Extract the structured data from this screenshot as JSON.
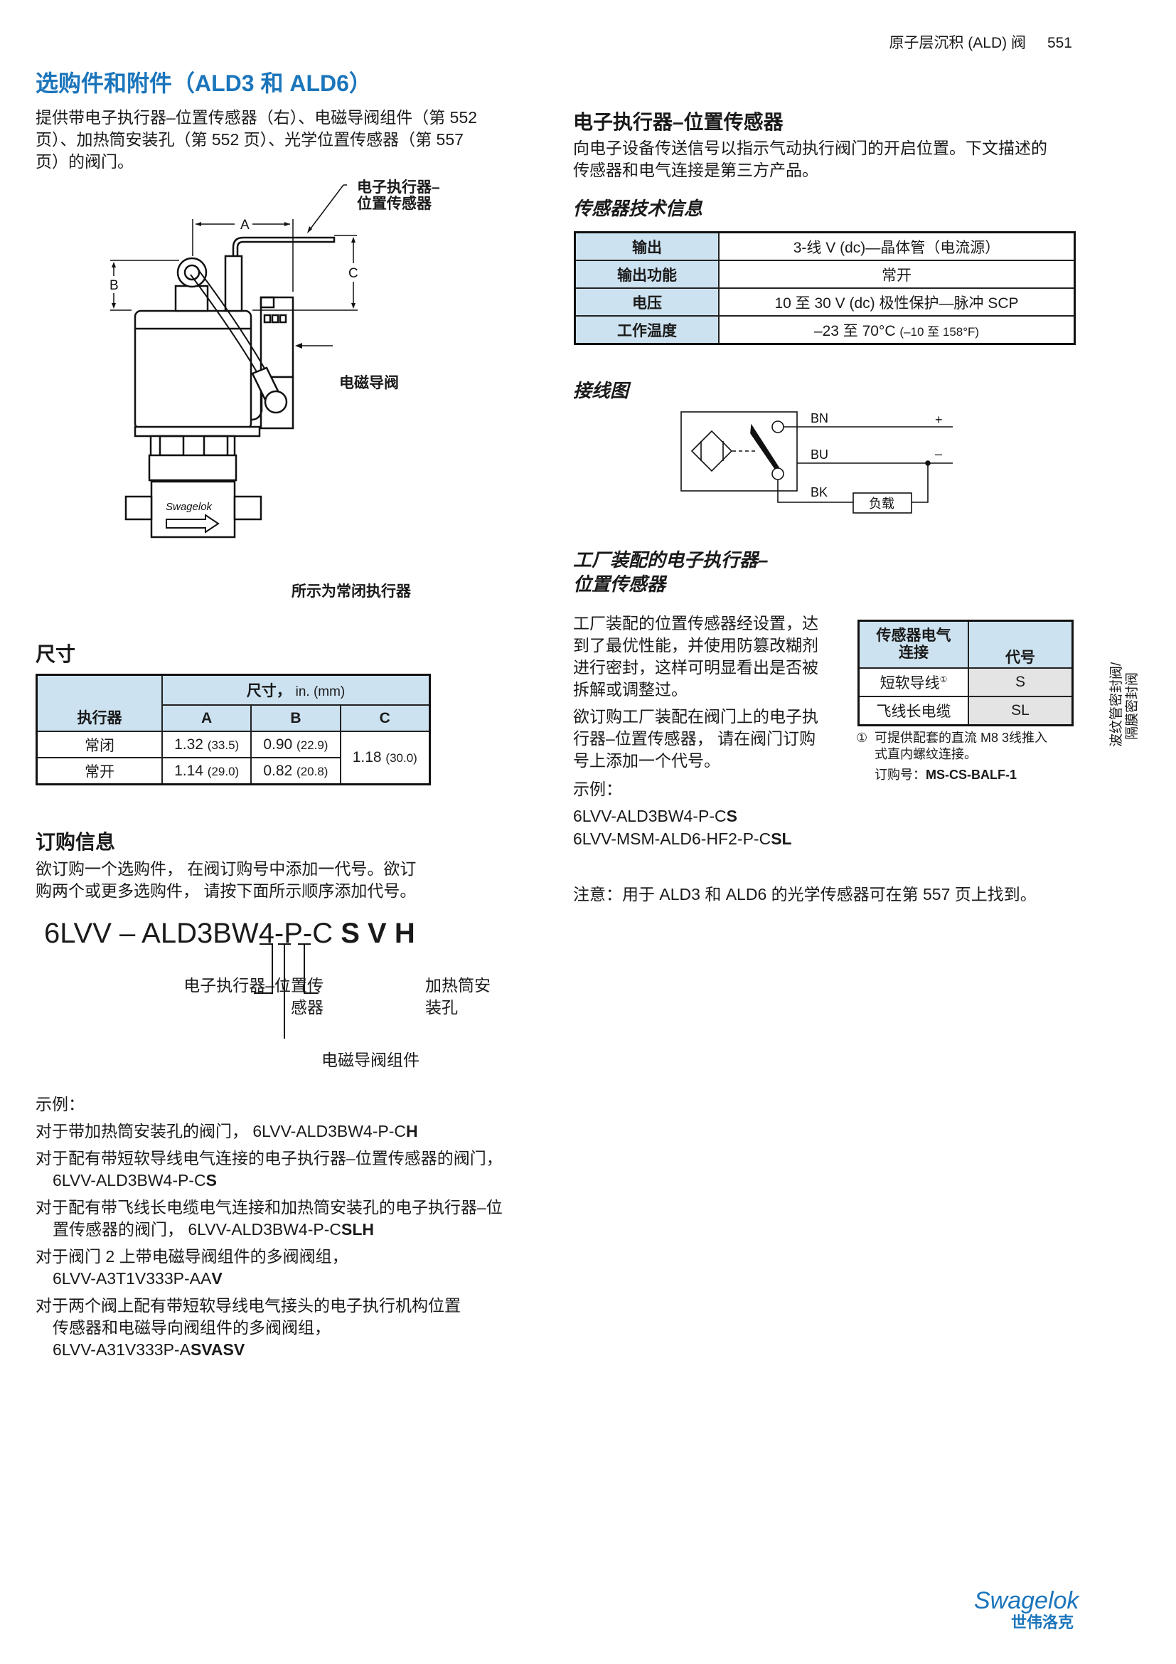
{
  "header": {
    "section": "原子层沉积 (ALD) 阀",
    "page": "551"
  },
  "title": "选购件和附件（ALD3 和 ALD6）",
  "intro": [
    "提供带电子执行器–位置传感器（右）、电磁导阀组件（第 552",
    "页）、加热筒安装孔（第 552 页）、光学位置传感器（第 557",
    "页）的阀门。"
  ],
  "figure": {
    "label_sensor": [
      "电子执行器–",
      "位置传感器"
    ],
    "label_solenoid": "电磁导阀",
    "caption": "所示为常闭执行器",
    "dim_a": "A",
    "dim_b": "B",
    "dim_c": "C",
    "brand": "Swagelok"
  },
  "dimensions": {
    "title": "尺寸",
    "col_actuator": "执行器",
    "col_group": "尺寸，",
    "col_group_unit": "in. (mm)",
    "cols": [
      "A",
      "B",
      "C"
    ],
    "rows": [
      {
        "name": "常闭",
        "a": "1.32",
        "a_mm": "(33.5)",
        "b": "0.90",
        "b_mm": "(22.9)"
      },
      {
        "name": "常开",
        "a": "1.14",
        "a_mm": "(29.0)",
        "b": "0.82",
        "b_mm": "(20.8)"
      }
    ],
    "c": "1.18",
    "c_mm": "(30.0)"
  },
  "ordering": {
    "title": "订购信息",
    "text": [
      "欲订购一个选购件， 在阀订购号中添加一代号。欲订",
      "购两个或更多选购件， 请按下面所示顺序添加代号。"
    ],
    "code_base": "6LVV – ALD3BW4-P-C",
    "code_s": "S",
    "code_v": "V",
    "code_h": "H",
    "label_s": [
      "电子执行器–位置传",
      "感器"
    ],
    "label_v": "电磁导阀组件",
    "label_h": [
      "加热筒安",
      "装孔"
    ],
    "examples_title": "示例：",
    "examples": [
      {
        "lines": [
          "对于带加热筒安装孔的阀门， "
        ],
        "code": "6LVV-ALD3BW4-P-C",
        "bold": "H",
        "inline": true
      },
      {
        "lines": [
          "对于配有带短软导线电气连接的电子执行器–位置传感器的阀门，"
        ],
        "code": "6LVV-ALD3BW4-P-C",
        "bold": "S"
      },
      {
        "lines": [
          "对于配有带飞线长电缆电气连接和加热筒安装孔的电子执行器–位",
          "置传感器的阀门， "
        ],
        "code": "6LVV-ALD3BW4-P-C",
        "bold": "SLH",
        "inline": true
      },
      {
        "lines": [
          "对于阀门 2 上带电磁导阀组件的多阀阀组，"
        ],
        "code": "6LVV-A3T1V333P-AA",
        "bold": "V"
      },
      {
        "lines": [
          "对于两个阀上配有带短软导线电气接头的电子执行机构位置",
          "传感器和电磁导向阀组件的多阀阀组，"
        ],
        "code": "6LVV-A31V333P-A",
        "bold": "SVASV"
      }
    ]
  },
  "sensor": {
    "title": "电子执行器–位置传感器",
    "desc": [
      "向电子设备传送信号以指示气动执行阀门的开启位置。下文描述的",
      "传感器和电气连接是第三方产品。"
    ],
    "spec_title": "传感器技术信息",
    "specs": [
      {
        "k": "输出",
        "v": "3-线 V (dc)—晶体管（电流源）"
      },
      {
        "k": "输出功能",
        "v": "常开"
      },
      {
        "k": "电压",
        "v": "10 至 30 V (dc)  极性保护—脉冲 SCP"
      },
      {
        "k": "工作温度",
        "v": "–23 至 70°C",
        "v2": "(–10 至  158°F)"
      }
    ],
    "wiring_title": "接线图",
    "wiring": {
      "bn": "BN",
      "bu": "BU",
      "bk": "BK",
      "plus": "+",
      "minus": "–",
      "load": "负载"
    }
  },
  "factory": {
    "title": [
      "工厂装配的电子执行器–",
      "位置传感器"
    ],
    "text1": [
      "工厂装配的位置传感器经设置，达",
      "到了最优性能，并使用防篡改糊剂",
      "进行密封，这样可明显看出是否被",
      "拆解或调整过。"
    ],
    "text2": [
      "欲订购工厂装配在阀门上的电子执",
      "行器–位置传感器， 请在阀门订购",
      "号上添加一个代号。"
    ],
    "example_title": "示例：",
    "ex1_base": "6LVV-ALD3BW4-P-C",
    "ex1_bold": "S",
    "ex2_base": "6LVV-MSM-ALD6-HF2-P-C",
    "ex2_bold": "SL",
    "table": {
      "col1": [
        "传感器电气",
        "连接"
      ],
      "col2": "代号",
      "rows": [
        {
          "name": "短软导线",
          "mark": "①",
          "code": "S"
        },
        {
          "name": "飞线长电缆",
          "code": "SL"
        }
      ]
    },
    "footnote_mark": "①",
    "footnote": [
      "可提供配套的直流 M8 3线推入",
      "式直内螺纹连接。"
    ],
    "order_label": "订购号：",
    "order_no": "MS-CS-BALF-1"
  },
  "note": "注意：用于 ALD3 和 ALD6 的光学传感器可在第 557 页上找到。",
  "side_tab": [
    "波纹管密封阀/",
    "隔膜密封阀"
  ],
  "logo": {
    "en": "Swagelok",
    "cn": "世伟洛克",
    "color": "#1b75bb"
  }
}
